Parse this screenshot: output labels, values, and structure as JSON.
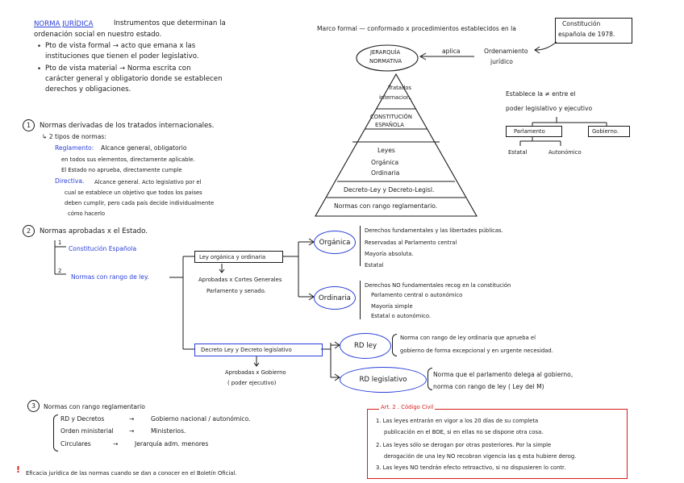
{
  "intro": {
    "title": "NORMA JURÍDICA",
    "def_line1": "Instrumentos que determinan la",
    "def_line2": "ordenación social en nuestro estado.",
    "formal_line1": "Pto de vista formal → acto que emana x las",
    "formal_line2": "instituciones que tienen el poder legislativo.",
    "material_line1": "Pto de vista material → Norma escrita con",
    "material_line2": "carácter general y obligatorio donde se establecen",
    "material_line3": "derechos y obligaciones."
  },
  "marco": {
    "text": "Marco formal — conformado x procedimientos establecidos en la",
    "constitucion_line1": "Constitución",
    "constitucion_line2": "española de 1978.",
    "aplica": "aplica",
    "ordenamiento_line1": "Ordenamiento",
    "ordenamiento_line2": "jurídico"
  },
  "pyramid": {
    "top_line1": "JERARQUÍA",
    "top_line2": "NORMATIVA",
    "level1_line1": "Tratados",
    "level1_line2": "internacion.",
    "level2_line1": "CONSTITUCIÓN",
    "level2_line2": "ESPAÑOLA",
    "level3_title": "Leyes",
    "level3_item1": "Orgánica",
    "level3_item2": "Ordinaria",
    "level4": "Decreto-Ley y Decreto-Legisl.",
    "level5": "Normas con rango reglamentario."
  },
  "poderes": {
    "line1": "Establece la ≠ entre el",
    "line2": "poder legislativo y ejecutivo",
    "parlamento": "Parlamento",
    "gobierno": "Gobierno.",
    "estatal": "Estatal",
    "autonomico": "Autonómico"
  },
  "sec1": {
    "num": "1",
    "title": "Normas derivadas de los tratados internacionales.",
    "tipos": "↳ 2 tipos de normas:",
    "reglamento_label": "Reglamento:",
    "reglamento_line1": "Alcance general, obligatorio",
    "reglamento_line2": "en todos sus elementos, directamente aplicable.",
    "reglamento_line3": "El Estado no aprueba, directamente cumple",
    "directiva_label": "Directiva.",
    "directiva_line1": "Alcance general. Acto legislativo por el",
    "directiva_line2": "cual se establece un objetivo que todos los países",
    "directiva_line3": "deben cumplir, pero cada país decide individualmente",
    "directiva_line4": "cómo hacerlo"
  },
  "sec2": {
    "num": "2",
    "title": "Normas aprobadas x el Estado.",
    "item1_num": "1",
    "item1": "Constitución Española",
    "item2_num": "2",
    "item2": "Normas con rango de ley.",
    "ley_box": "Ley orgánica y ordinaria",
    "aprobadas_line1": "Aprobadas x Cortes Generales",
    "aprobadas_line2": "Parlamento y senado.",
    "organica": "Orgánica",
    "organica_items": [
      "Derechos fundamentales y las libertades públicas.",
      "Reservadas al Parlamento central",
      "Mayoría absoluta.",
      "Estatal"
    ],
    "ordinaria": "Ordinaria",
    "ordinaria_items": [
      "Derechos NO fundamentales recog en la constitución",
      "Parlamento central o autonómico",
      "Mayoría simple",
      "Estatal o autonómico."
    ],
    "decreto_box": "Decreto Ley y Decreto legislativo",
    "decreto_aprob_line1": "Aprobadas x Gobierno",
    "decreto_aprob_line2": "( poder ejecutivo)",
    "rdley": "RD ley",
    "rdley_line1": "Norma con rango de ley ordinaria que aprueba el",
    "rdley_line2": "gobierno de forma excepcional y en urgente necesidad.",
    "rdleg": "RD legislativo",
    "rdleg_line1": "Norma que el parlamento delega al gobierno,",
    "rdleg_line2": "norma con rango de ley ( Ley del M)"
  },
  "sec3": {
    "num": "3",
    "title": "Normas con rango reglamentario",
    "row1_left": "RD y Decretos",
    "row1_right": "Gobierno nacional / autonómico.",
    "row2_left": "Orden ministerial",
    "row2_right": "Ministerios.",
    "row3_left": "Circulares",
    "row3_right": "Jerarquía adm. menores"
  },
  "eficacia": {
    "mark": "!",
    "text": "Eficacia jurídica de las normas cuando se dan a conocer en el Boletín Oficial."
  },
  "codigo_civil": {
    "title": "Art. 2 . Código Civil",
    "p1_line1": "1. Las leyes entrarán en vigor a los 20 días de su completa",
    "p1_line2": "publicación en el BOE, si en ellas no se dispone otra cosa.",
    "p2_line1": "2. Las leyes sólo se derogan por otras posteriores. Por la simple",
    "p2_line2": "derogación de una ley NO recobran vigencia las q esta hubiere derog.",
    "p3_line1": "3. Las leyes NO tendrán efecto retroactivo, si no dispusieren lo contr."
  },
  "colors": {
    "ink": "#1a1a1a",
    "blue": "#2a3fd8",
    "red": "#d61e1e"
  }
}
